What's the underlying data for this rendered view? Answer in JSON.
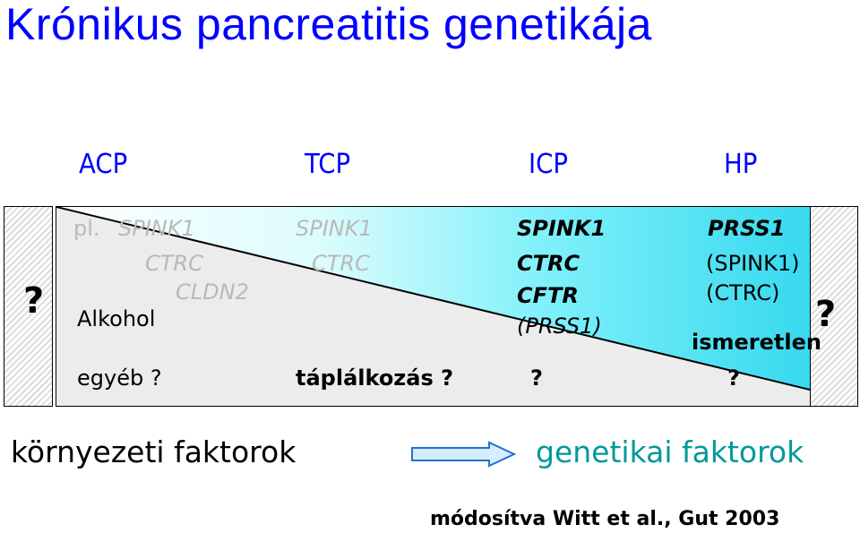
{
  "title": "Krónikus pancreatitis genetikája",
  "columns": [
    "ACP",
    "TCP",
    "ICP",
    "HP"
  ],
  "left_question": "?",
  "right_question": "?",
  "acp": {
    "prefix": "pl.",
    "gene1": "SPINK1",
    "gene2": "CTRC",
    "gene3": "CLDN2",
    "alcohol": "Alkohol",
    "other": "egyéb ?"
  },
  "tcp": {
    "gene1": "SPINK1",
    "gene2": "CTRC",
    "nutrition": "táplálkozás ?"
  },
  "icp": {
    "gene1": "SPINK1",
    "gene2": "CTRC",
    "gene3": "CFTR",
    "gene4": "(PRSS1)",
    "other": "?"
  },
  "hp": {
    "gene1": "PRSS1",
    "gene2": "(SPINK1)",
    "gene3": "(CTRC)",
    "unknown": "ismeretlen",
    "other": "?"
  },
  "environmental_label": "környezeti faktorok",
  "genetic_label": "genetikai faktorok",
  "source": "módosítva Witt et al., Gut 2003",
  "colors": {
    "title": "#0000ff",
    "genetic": "#009999",
    "box_light": "#ffffff",
    "box_dark": "#37d9ef",
    "faded_text": "#b9b9b9"
  }
}
